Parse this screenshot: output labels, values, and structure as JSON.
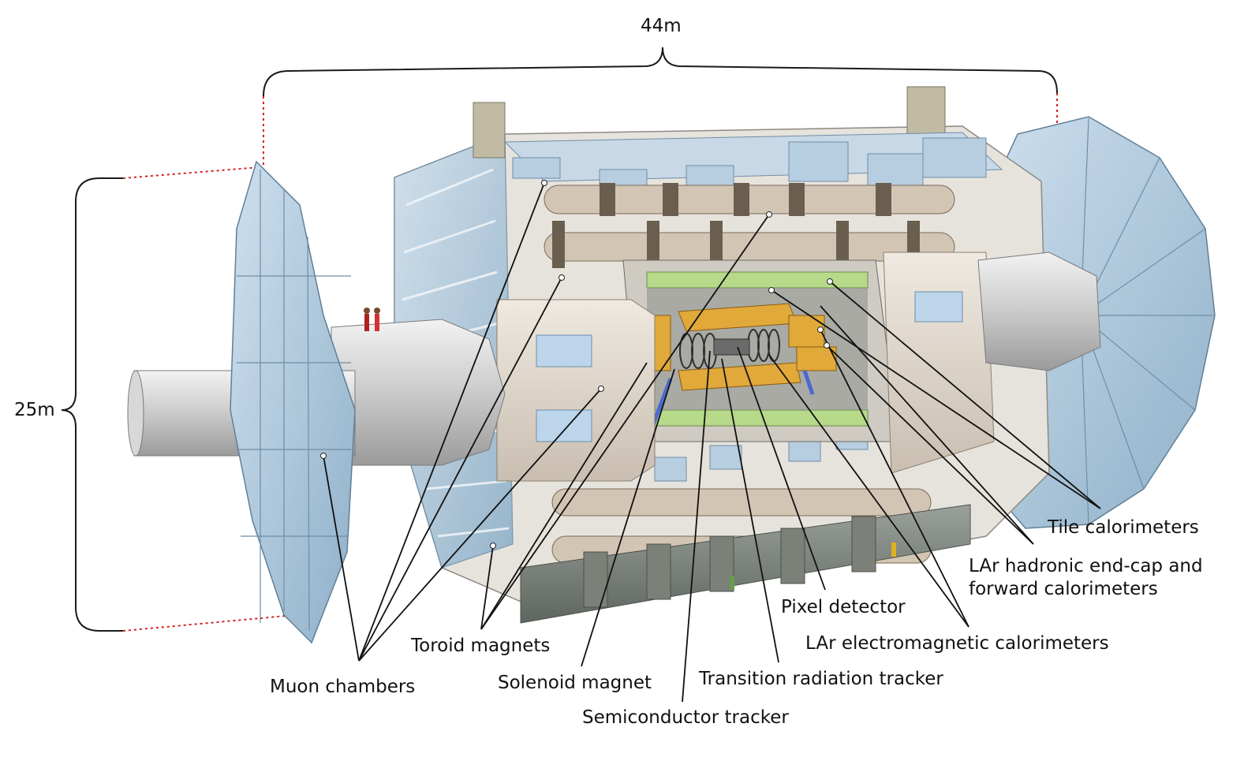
{
  "dimensions": {
    "length": "44m",
    "height": "25m"
  },
  "labels": {
    "tile_calorimeters": "Tile calorimeters",
    "lar_hadronic_line1": "LAr hadronic end-cap and",
    "lar_hadronic_line2": "forward calorimeters",
    "pixel_detector": "Pixel detector",
    "lar_em": "LAr electromagnetic calorimeters",
    "toroid_magnets": "Toroid magnets",
    "muon_chambers": "Muon chambers",
    "solenoid_magnet": "Solenoid magnet",
    "trt": "Transition radiation tracker",
    "sct": "Semiconductor tracker"
  },
  "colors": {
    "muon_blue": "#a9c6dc",
    "structure_beige": "#ddd3c6",
    "calorimeter_orange": "#e0a93a",
    "feet_gray": "#8e938c",
    "bracket": "#1a1a1a",
    "dotted": "#d42020"
  }
}
